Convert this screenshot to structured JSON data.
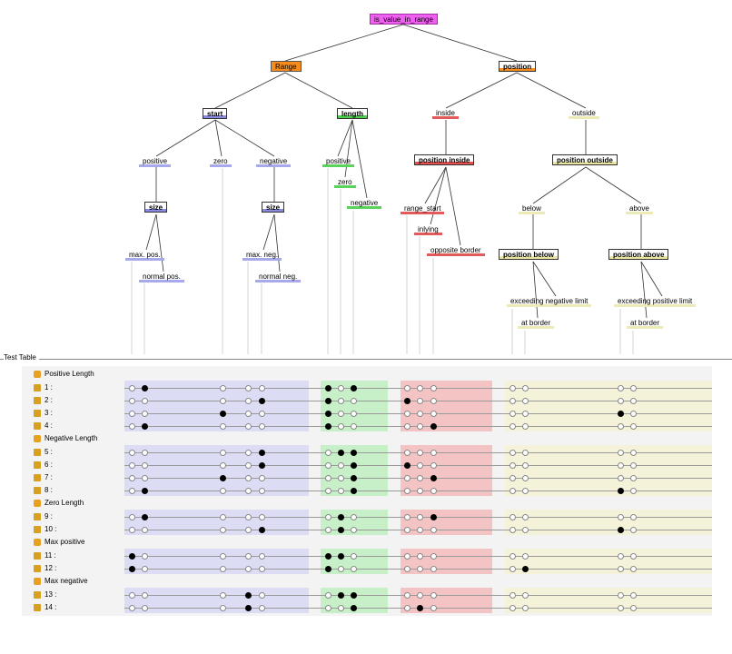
{
  "tree": {
    "root": "is_value_in_range",
    "range": "Range",
    "position": "position",
    "start": "start",
    "length": "length",
    "inside": "inside",
    "outside": "outside",
    "start_positive": "positive",
    "start_zero": "zero",
    "start_negative": "negative",
    "length_positive": "positive",
    "length_zero": "zero",
    "length_negative": "negative",
    "position_inside": "position inside",
    "position_outside": "position outside",
    "size_pos": "size",
    "size_neg": "size",
    "max_pos": "max. pos.",
    "normal_pos": "normal pos.",
    "max_neg": "max. neg.",
    "normal_neg": "normal neg.",
    "range_start": "range_start",
    "inlying": "inlying",
    "opposite_border": "opposite border",
    "below": "below",
    "above": "above",
    "position_below": "position below",
    "position_above": "position above",
    "exceeding_negative_limit": "exceeding negative limit",
    "exceeding_positive_limit": "exceeding positive limit",
    "at_border_below": "at border",
    "at_border_above": "at border"
  },
  "test_table": {
    "title": "Test Table",
    "band_colors": {
      "start": "#dcdcf4",
      "length": "#c8f0c8",
      "inside": "#f4c4c4",
      "outside": "#f4f2d8"
    },
    "groups": [
      {
        "name": "Positive Length",
        "rows": [
          {
            "label": "1 :",
            "marked": [
              1,
              5,
              7
            ]
          },
          {
            "label": "2 :",
            "marked": [
              4,
              5,
              8
            ]
          },
          {
            "label": "3 :",
            "marked": [
              2,
              5,
              13
            ]
          },
          {
            "label": "4 :",
            "marked": [
              1,
              5,
              10
            ]
          }
        ]
      },
      {
        "name": "Negative Length",
        "rows": [
          {
            "label": "5 :",
            "marked": [
              4,
              7,
              6
            ]
          },
          {
            "label": "6 :",
            "marked": [
              4,
              7,
              8
            ]
          },
          {
            "label": "7 :",
            "marked": [
              2,
              7,
              10
            ]
          },
          {
            "label": "8 :",
            "marked": [
              1,
              7,
              13
            ]
          }
        ]
      },
      {
        "name": "Zero Length",
        "rows": [
          {
            "label": "9 :",
            "marked": [
              1,
              6,
              10
            ]
          },
          {
            "label": "10 :",
            "marked": [
              4,
              6,
              13
            ]
          }
        ]
      },
      {
        "name": "Max positive",
        "rows": [
          {
            "label": "11 :",
            "marked": [
              0,
              5,
              6
            ]
          },
          {
            "label": "12 :",
            "marked": [
              0,
              5,
              12
            ]
          }
        ]
      },
      {
        "name": "Max negative",
        "rows": [
          {
            "label": "13 :",
            "marked": [
              3,
              7,
              6
            ]
          },
          {
            "label": "14 :",
            "marked": [
              3,
              7,
              9
            ]
          }
        ]
      }
    ]
  }
}
